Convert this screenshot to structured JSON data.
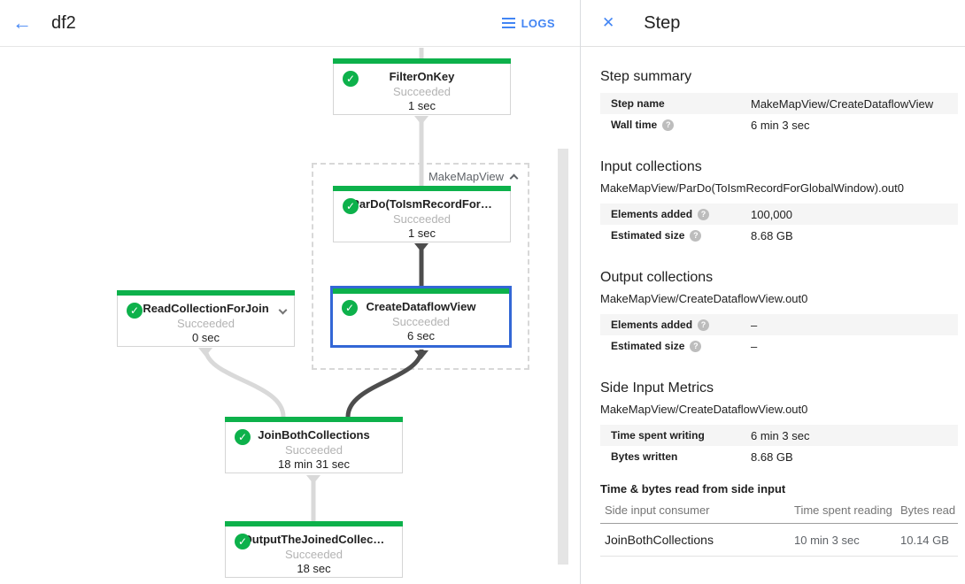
{
  "header": {
    "title": "df2",
    "logs_label": "LOGS"
  },
  "graph": {
    "group_label": "MakeMapView",
    "nodes": [
      {
        "title": "FilterOnKey",
        "status": "Succeeded",
        "time": "1 sec"
      },
      {
        "title": "ParDo(ToIsmRecordFor…",
        "status": "Succeeded",
        "time": "1 sec"
      },
      {
        "title": "CreateDataflowView",
        "status": "Succeeded",
        "time": "6 sec",
        "selected": true
      },
      {
        "title": "ReadCollectionForJoin",
        "status": "Succeeded",
        "time": "0 sec"
      },
      {
        "title": "JoinBothCollections",
        "status": "Succeeded",
        "time": "18 min 31 sec"
      },
      {
        "title": "OutputTheJoinedCollec…",
        "status": "Succeeded",
        "time": "18 sec"
      }
    ]
  },
  "panel": {
    "title": "Step",
    "sections": {
      "summary": {
        "heading": "Step summary",
        "rows": [
          {
            "label": "Step name",
            "value": "MakeMapView/CreateDataflowView"
          },
          {
            "label": "Wall time",
            "value": "6 min 3 sec"
          }
        ]
      },
      "input": {
        "heading": "Input collections",
        "collection": "MakeMapView/ParDo(ToIsmRecordForGlobalWindow).out0",
        "rows": [
          {
            "label": "Elements added",
            "value": "100,000"
          },
          {
            "label": "Estimated size",
            "value": "8.68 GB"
          }
        ]
      },
      "output": {
        "heading": "Output collections",
        "collection": "MakeMapView/CreateDataflowView.out0",
        "rows": [
          {
            "label": "Elements added",
            "value": "–"
          },
          {
            "label": "Estimated size",
            "value": "–"
          }
        ]
      },
      "side_input": {
        "heading": "Side Input Metrics",
        "collection": "MakeMapView/CreateDataflowView.out0",
        "rows": [
          {
            "label": "Time spent writing",
            "value": "6 min 3 sec"
          },
          {
            "label": "Bytes written",
            "value": "8.68 GB"
          }
        ]
      },
      "side_input_table": {
        "caption": "Time & bytes read from side input",
        "columns": [
          "Side input consumer",
          "Time spent reading",
          "Bytes read"
        ],
        "rows": [
          [
            "JoinBothCollections",
            "10 min 3 sec",
            "10.14 GB"
          ]
        ]
      }
    }
  },
  "colors": {
    "accent_blue": "#4285f4",
    "selected_node_border": "#3367d6",
    "succeeded_green": "#0db14b",
    "edge_light": "#d9d9d9",
    "edge_dark": "#4d4d4d",
    "status_gray": "#b3b3b3"
  }
}
